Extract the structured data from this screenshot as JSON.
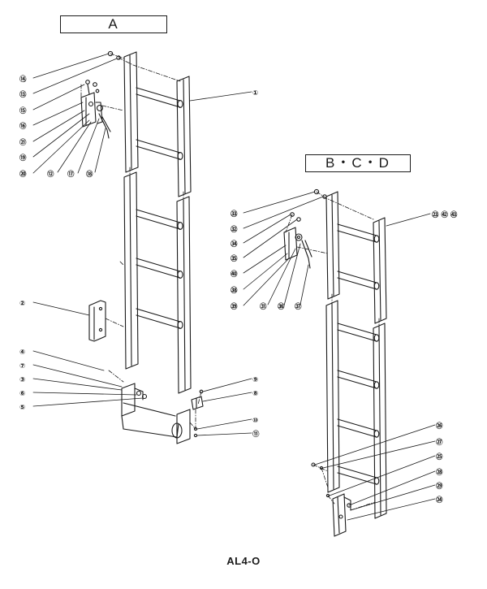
{
  "view_a_label": "A",
  "view_bcd_label": "B・C・D",
  "figure_code": "AL4-O",
  "parts_a": [
    {
      "n": "⑭",
      "id": "14"
    },
    {
      "n": "⑬",
      "id": "13"
    },
    {
      "n": "⑮",
      "id": "15"
    },
    {
      "n": "⑯",
      "id": "16"
    },
    {
      "n": "㉑",
      "id": "21"
    },
    {
      "n": "⑲",
      "id": "19"
    },
    {
      "n": "⑳",
      "id": "20"
    },
    {
      "n": "⑫",
      "id": "12"
    },
    {
      "n": "⑰",
      "id": "17"
    },
    {
      "n": "⑱",
      "id": "18"
    },
    {
      "n": "①",
      "id": "1"
    },
    {
      "n": "②",
      "id": "2"
    },
    {
      "n": "④",
      "id": "4"
    },
    {
      "n": "⑦",
      "id": "7"
    },
    {
      "n": "③",
      "id": "3"
    },
    {
      "n": "⑥",
      "id": "6"
    },
    {
      "n": "⑤",
      "id": "5"
    },
    {
      "n": "⑨",
      "id": "9"
    },
    {
      "n": "⑧",
      "id": "8"
    },
    {
      "n": "⑩",
      "id": "10"
    },
    {
      "n": "⑪",
      "id": "11"
    }
  ],
  "parts_bcd": [
    {
      "n": "㉝",
      "id": "33"
    },
    {
      "n": "㉜",
      "id": "32"
    },
    {
      "n": "㉞",
      "id": "34"
    },
    {
      "n": "㉟",
      "id": "35"
    },
    {
      "n": "㊵",
      "id": "40"
    },
    {
      "n": "㊳",
      "id": "38"
    },
    {
      "n": "㊴",
      "id": "39"
    },
    {
      "n": "㉛",
      "id": "31"
    },
    {
      "n": "㊱",
      "id": "36"
    },
    {
      "n": "㊲",
      "id": "37"
    },
    {
      "n": "㉓ ㊷ ㊸",
      "id": "23-42-43"
    },
    {
      "n": "㉖",
      "id": "26"
    },
    {
      "n": "㉗",
      "id": "27"
    },
    {
      "n": "㉕",
      "id": "25"
    },
    {
      "n": "㉘",
      "id": "28"
    },
    {
      "n": "㉙",
      "id": "29"
    },
    {
      "n": "㉔",
      "id": "24"
    }
  ]
}
